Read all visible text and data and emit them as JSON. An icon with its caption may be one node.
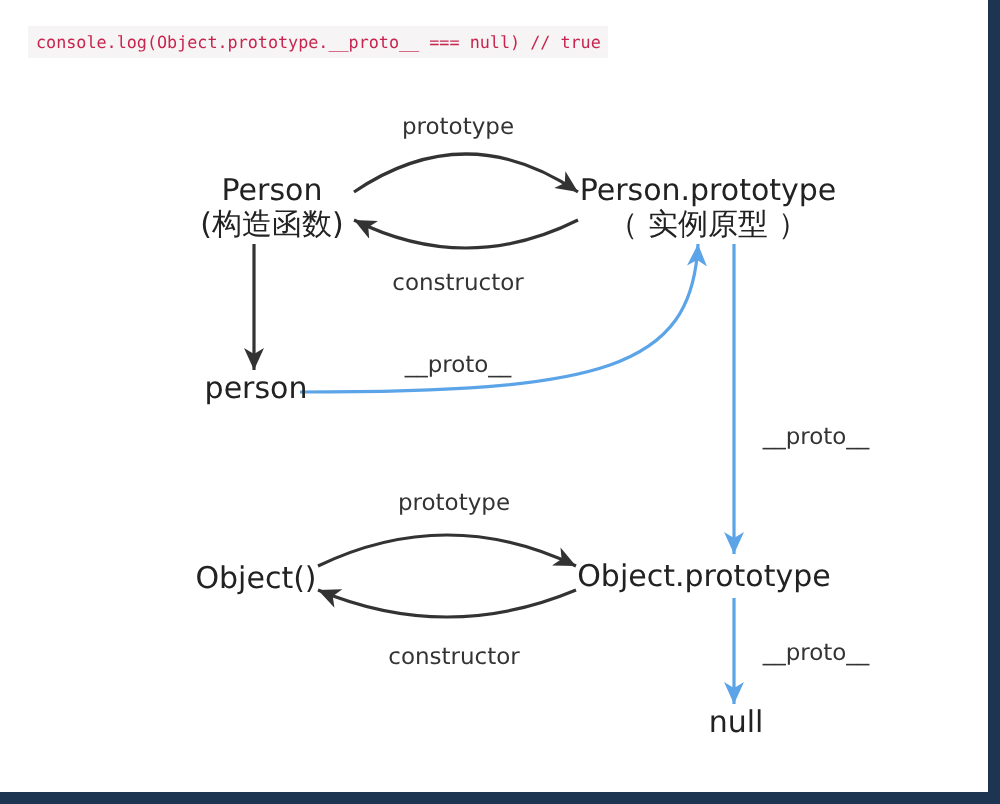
{
  "diagram": {
    "nodes": [
      {
        "text": [
          "Person",
          "(构造函数)"
        ]
      },
      {
        "text": [
          "Person.prototype",
          "（ 实例原型 ）"
        ]
      },
      {
        "text": [
          "person"
        ]
      },
      {
        "text": [
          "Object()"
        ]
      },
      {
        "text": [
          "Object.prototype"
        ]
      },
      {
        "text": [
          "null"
        ]
      }
    ],
    "edges": [
      {
        "from": 0,
        "to": 1,
        "arrow": "to",
        "label": "prototype"
      },
      {
        "from": 1,
        "to": 0,
        "arrow": "to",
        "label": "constructor"
      },
      {
        "from": 0,
        "to": 2,
        "arrow": "to"
      },
      {
        "from": 2,
        "to": 1,
        "arrow": "to",
        "label": "__proto__",
        "color": "#5ba4e8"
      },
      {
        "from": 1,
        "to": 4,
        "arrow": "to",
        "label": "__proto__",
        "color": "#5ba4e8"
      },
      {
        "from": 3,
        "to": 4,
        "arrow": "to",
        "label": "prototype"
      },
      {
        "from": 4,
        "to": 3,
        "arrow": "to",
        "label": "constructor"
      },
      {
        "from": 4,
        "to": 5,
        "arrow": "to",
        "label": "__proto__",
        "color": "#5ba4e8"
      }
    ],
    "labels": [
      "console.log(Object.prototype.__proto__ === null) // true"
    ]
  }
}
